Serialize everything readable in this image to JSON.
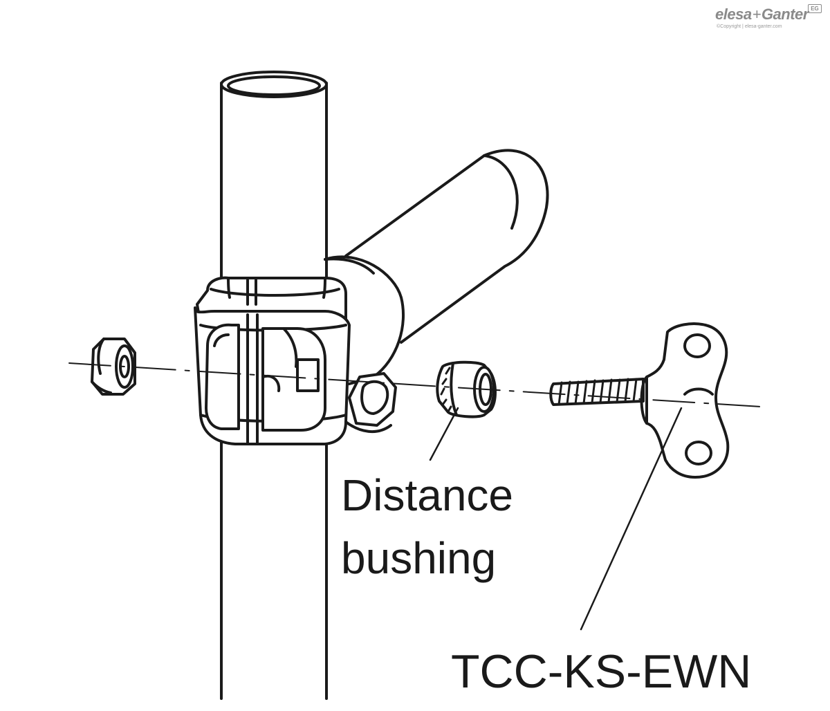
{
  "logo": {
    "brand_left": "elesa",
    "plus": "+",
    "brand_right": "Ganter",
    "badge": "EG",
    "copyright": "©Copyright | elesa-ganter.com"
  },
  "labels": {
    "distance_bushing_line1": "Distance",
    "distance_bushing_line2": "bushing",
    "part_code": "TCC-KS-EWN"
  },
  "colors": {
    "line": "#1a1a1a",
    "background": "#ffffff",
    "logo_gray": "#8a8a8a"
  }
}
